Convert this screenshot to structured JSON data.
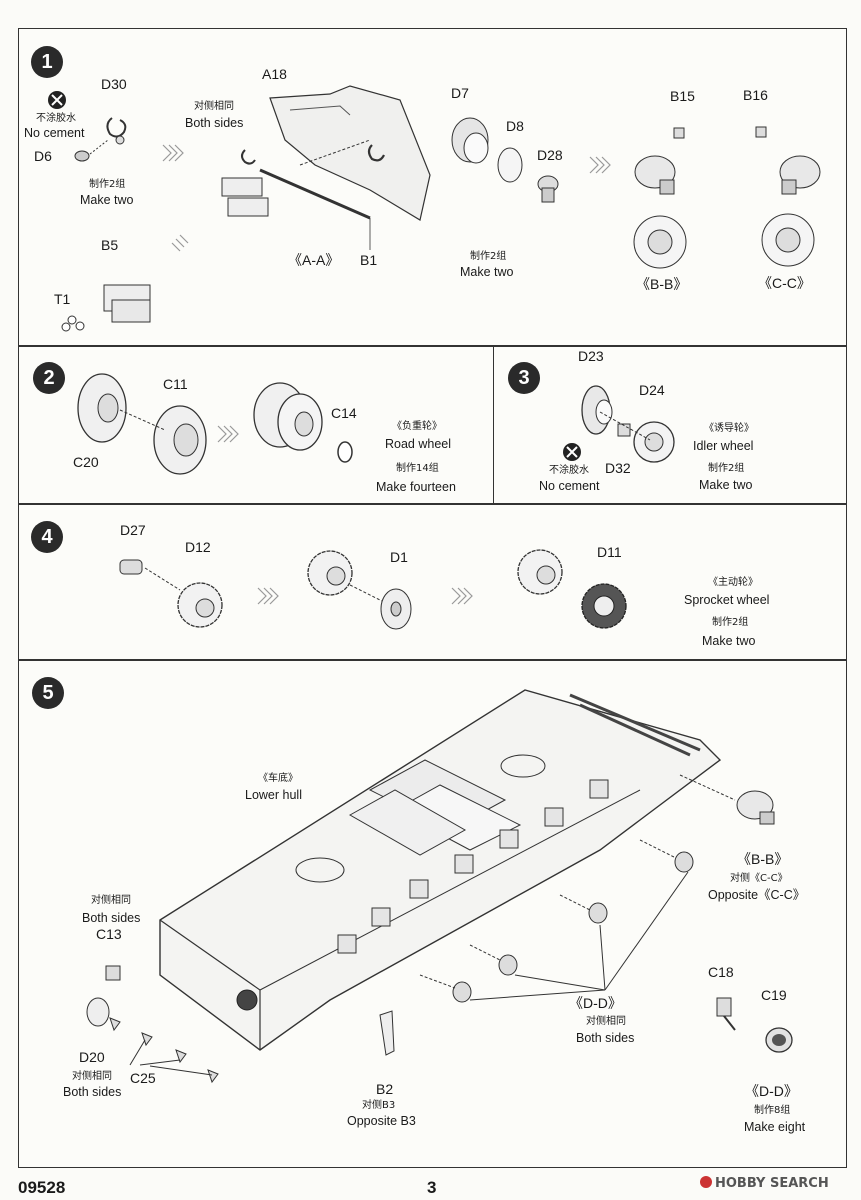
{
  "step1": {
    "number": "1",
    "no_cement_cn": "不涂胶水",
    "no_cement_en": "No cement",
    "d30": "D30",
    "d6": "D6",
    "make_two_cn_a": "制作2组",
    "make_two_en_a": "Make two",
    "a18": "A18",
    "both_sides_cn": "对侧相同",
    "both_sides_en": "Both sides",
    "aa": "《A-A》",
    "b1": "B1",
    "b5": "B5",
    "t1": "T1",
    "d7": "D7",
    "d8": "D8",
    "d28": "D28",
    "make_two_cn_b": "制作2组",
    "make_two_en_b": "Make two",
    "b15": "B15",
    "b16": "B16",
    "bb": "《B-B》",
    "cc": "《C-C》"
  },
  "step2": {
    "number": "2",
    "c11": "C11",
    "c20": "C20",
    "c14": "C14",
    "road_wheel_cn": "《负重轮》",
    "road_wheel_en": "Road wheel",
    "make_fourteen_cn": "制作14组",
    "make_fourteen_en": "Make fourteen"
  },
  "step3": {
    "number": "3",
    "d23": "D23",
    "d24": "D24",
    "d32": "D32",
    "no_cement_cn": "不涂胶水",
    "no_cement_en": "No cement",
    "idler_cn": "《诱导轮》",
    "idler_en": "Idler wheel",
    "make_two_cn": "制作2组",
    "make_two_en": "Make two"
  },
  "step4": {
    "number": "4",
    "d27": "D27",
    "d12": "D12",
    "d1": "D1",
    "d11": "D11",
    "sprocket_cn": "《主动轮》",
    "sprocket_en": "Sprocket wheel",
    "make_two_cn": "制作2组",
    "make_two_en": "Make two"
  },
  "step5": {
    "number": "5",
    "lower_hull_cn": "《车底》",
    "lower_hull_en": "Lower hull",
    "both_sides_cn_a": "对侧相同",
    "both_sides_en_a": "Both sides",
    "c13": "C13",
    "d20": "D20",
    "both_sides_cn_b": "对侧相同",
    "both_sides_en_b": "Both sides",
    "c25": "C25",
    "b2": "B2",
    "opposite_b3_cn": "对侧B3",
    "opposite_b3_en": "Opposite B3",
    "dd": "《D-D》",
    "both_sides_cn_c": "对侧相同",
    "both_sides_en_c": "Both sides",
    "bb": "《B-B》",
    "opposite_cc_cn": "对侧《C-C》",
    "opposite_cc_en": "Opposite《C-C》",
    "c18": "C18",
    "c19": "C19",
    "dd_right": "《D-D》",
    "make_eight_cn": "制作8组",
    "make_eight_en": "Make eight"
  },
  "footer": {
    "code": "09528",
    "page": "3",
    "watermark": "HOBBY SEARCH"
  }
}
